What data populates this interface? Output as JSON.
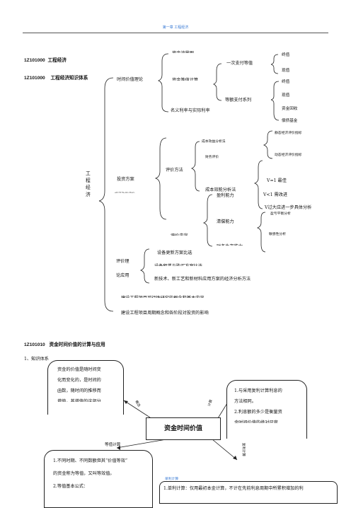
{
  "header": {
    "link": "第一章 工程经济"
  },
  "headings": {
    "h1_code": "1Z101000",
    "h1_title": "工程经济",
    "h2_code": "1Z101000",
    "h2_title": "工程经济知识体系"
  },
  "mindmap": {
    "root": "工程经济",
    "branch_time": "时间价值理论",
    "time_children": {
      "concept": "资金流量图",
      "calc": "资金等值计算",
      "rate": "名义利率与实际利率"
    },
    "calc_children": {
      "single": "一次支付等值",
      "series": "等额支付系列"
    },
    "single_children": [
      "终值",
      "现值"
    ],
    "series_children": [
      "终值",
      "现值",
      "资金回收",
      "偿债基金"
    ],
    "branch_invest": "投资方案",
    "invest_sub": "经济效果评价",
    "eval_method": "评价方法",
    "eval_children": {
      "cost_benefit": "成本效益分析法",
      "finance": "财务评价",
      "cost_eff": "成本效能分析法"
    },
    "cb_children": [
      "静态经济评价指标",
      "动态经济评价指标"
    ],
    "ce_children": [
      "V=1 最佳",
      "V<1 需改进",
      "V过大应进一步具体分析"
    ],
    "eval_content": "评价内容",
    "content_children": {
      "profit": "盈利能力",
      "solvency": "清偿能力",
      "survival": "财务生存能力"
    },
    "solvency_children": [
      "盈亏平衡分析",
      "敏感性分析"
    ],
    "branch_theory_1": "评价理",
    "branch_theory_2": "论应用",
    "theory_children": [
      "设备更新方案比选",
      "设备租赁与购买方案比选",
      "新技术、新工艺和新材料应用方案的经济分析方法"
    ],
    "tail_items": [
      "建设工程项目可行性研究的概念和基本内容",
      "建设工程项目周期概念和各阶段对投资的影响"
    ]
  },
  "section": {
    "code": "1Z101010",
    "title": "资金时间价值的计算与应用",
    "item1": "1、知识体系"
  },
  "concept_map": {
    "center": "资金时间价值",
    "concept_label": "概念",
    "interest_label": "计算",
    "equiv_label": "等值计算",
    "compound_label": "复利计算",
    "left_box_lines": [
      "资金的价值是随时间变",
      "化而变化的，是时间的",
      "函数，随时间的推移而",
      "增值，其增值的这部分"
    ],
    "right_box_lines": [
      "1.与采用复利计算利息的",
      "方法相同。",
      "2.利息额的多少是衡量资",
      "金时间价值的绝对尺度"
    ],
    "bottom_left_lines": [
      "1.不同时期、不同数额但其“价值等效”",
      "的资金称为等值，又叫等效值。",
      "2.等值基本公式："
    ],
    "bottom_right_header": "单利计算",
    "bottom_right_line": "1.单利计算：仅用最初本金计算，不计在先前利息周期中所累积增加的利"
  }
}
